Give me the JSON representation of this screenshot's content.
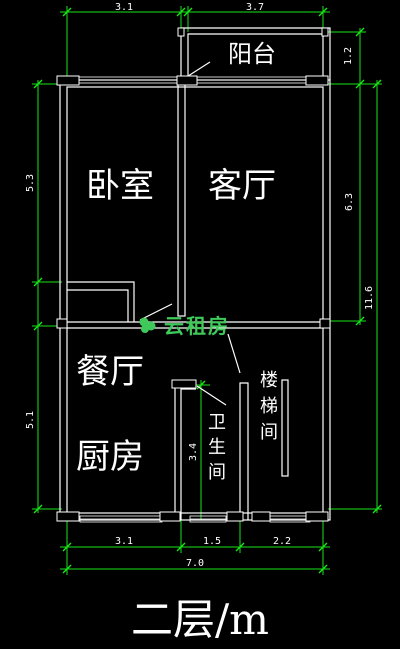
{
  "rooms": {
    "bedroom": "卧室",
    "living_room": "客厅",
    "balcony": "阳台",
    "dining": "餐厅",
    "kitchen": "厨房",
    "bathroom": [
      "卫",
      "生",
      "间"
    ],
    "stairs": [
      "楼",
      "梯",
      "间"
    ]
  },
  "dimensions": {
    "top_left": "3.1",
    "top_right": "3.7",
    "balcony_depth": "1.2",
    "left_upper": "5.3",
    "right_upper": "6.3",
    "right_total": "11.6",
    "left_lower": "5.1",
    "bathroom_height": "3.4",
    "bottom_left": "3.1",
    "bottom_middle": "1.5",
    "bottom_right": "2.2",
    "bottom_total": "7.0"
  },
  "watermark": "云租房",
  "title": "二层/m",
  "colors": {
    "background": "#000000",
    "walls": "#ffffff",
    "dimension_lines": "#19e619",
    "watermark": "#3fc95a"
  }
}
